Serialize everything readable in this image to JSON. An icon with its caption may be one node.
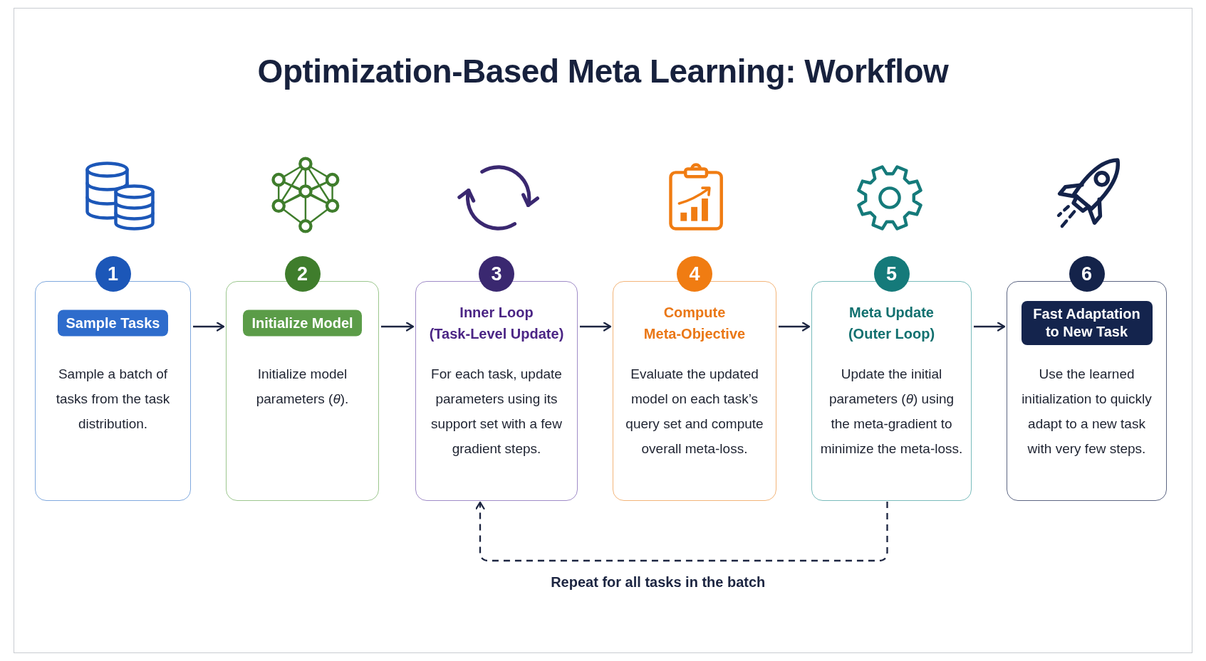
{
  "diagram": {
    "title": "Optimization-Based Meta Learning: Workflow",
    "nodes": [
      {
        "text": [
          "1"
        ]
      },
      {
        "text": [
          "Sample a batch of tasks from the task distribution."
        ]
      },
      {
        "text": [
          "Sample Tasks"
        ],
        "in": 1
      },
      {
        "text": [
          "2"
        ]
      },
      {
        "text": [
          "Initialize model parameters (*θ*)."
        ]
      },
      {
        "text": [
          "Initialize Model"
        ],
        "in": 4
      },
      {
        "text": [
          "3"
        ]
      },
      {
        "text": [
          "Inner Loop (Task-Level Update)",
          "For each task, update parameters using its support set with a few gradient steps."
        ]
      },
      {
        "text": [
          "4"
        ]
      },
      {
        "text": [
          "Compute Meta-Objective",
          "Evaluate the updated model on each task’s query set and compute overall meta-loss."
        ]
      },
      {
        "text": [
          "5"
        ]
      },
      {
        "text": [
          "Meta Update (Outer Loop)",
          "Update the initial parameters (*θ*) using the meta-gradient to minimize the meta-loss."
        ]
      },
      {
        "text": [
          "6"
        ]
      },
      {
        "text": [
          "Use the learned initialization to quickly adapt to a new task with very few steps."
        ]
      },
      {
        "text": [
          "Fast Adaptation to New Task"
        ],
        "in": 13
      }
    ],
    "edges": [
      {
        "from": 1,
        "to": 4,
        "arrow": "to"
      },
      {
        "from": 4,
        "to": 7,
        "arrow": "to"
      },
      {
        "from": 7,
        "to": 9,
        "arrow": "to"
      },
      {
        "from": 9,
        "to": 11,
        "arrow": "to"
      },
      {
        "from": 11,
        "to": 13,
        "arrow": "to"
      },
      {
        "from": 11,
        "to": 7,
        "arrow": "to",
        "style": "dashed",
        "label": "Repeat for all tasks in the batch"
      }
    ]
  }
}
